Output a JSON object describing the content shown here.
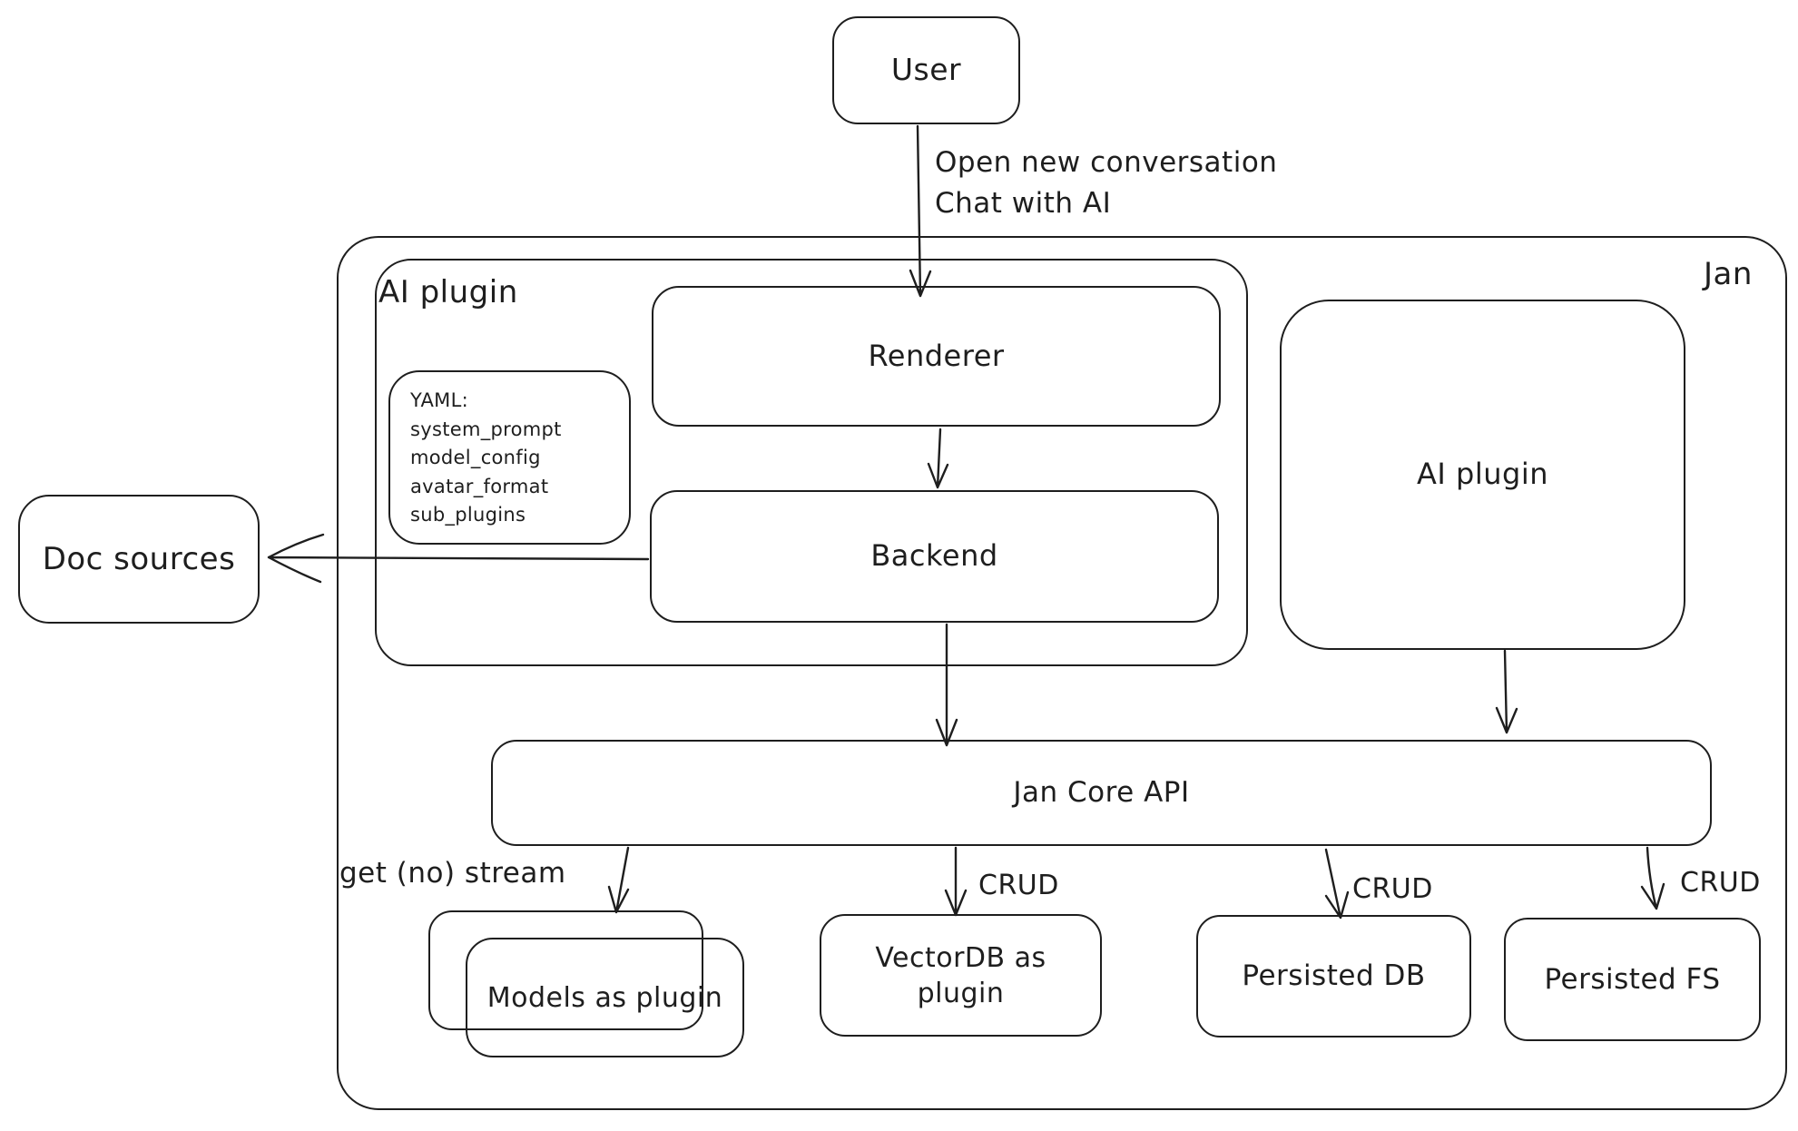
{
  "diagram": {
    "container_label": "Jan",
    "nodes": {
      "user": "User",
      "ai_plugin_container": "AI plugin",
      "renderer": "Renderer",
      "yaml_note": "YAML:\nsystem_prompt\nmodel_config\navatar_format\nsub_plugins",
      "backend": "Backend",
      "ai_plugin_right": "AI plugin",
      "doc_sources": "Doc sources",
      "jan_core_api": "Jan Core API",
      "models_plugin": "Models as plugin",
      "vectordb_plugin": "VectorDB as plugin",
      "persisted_db": "Persisted DB",
      "persisted_fs": "Persisted FS"
    },
    "edge_labels": {
      "user_action": "Open new conversation\nChat with AI",
      "get_no_stream": "get (no) stream",
      "crud_vectordb": "CRUD",
      "crud_persisted_db": "CRUD",
      "crud_persisted_fs": "CRUD"
    },
    "colors": {
      "stroke": "#1e1e1e",
      "background": "#ffffff"
    }
  }
}
